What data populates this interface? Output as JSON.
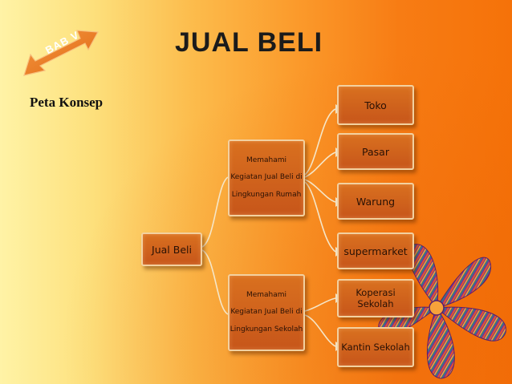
{
  "slide": {
    "title": "JUAL BELI",
    "subtitle": "Peta Konsep",
    "chapter_badge": "BAB V",
    "colors": {
      "node_fill": "#c9581a",
      "node_border": "#f3d1a0",
      "connector": "#f3e2c2",
      "arrow": "#ea7a1d"
    }
  },
  "concept_map": {
    "root": "Jual Beli",
    "branches": [
      {
        "lines": [
          "Memahami",
          "Kegiatan Jual Beli di",
          "Lingkungan Rumah"
        ],
        "children": [
          "Toko",
          "Pasar",
          "Warung",
          "supermarket"
        ]
      },
      {
        "lines": [
          "Memahami",
          "Kegiatan Jual Beli di",
          "Lingkungan Sekolah"
        ],
        "children": [
          "Koperasi Sekolah",
          "Kantin Sekolah"
        ]
      }
    ]
  }
}
